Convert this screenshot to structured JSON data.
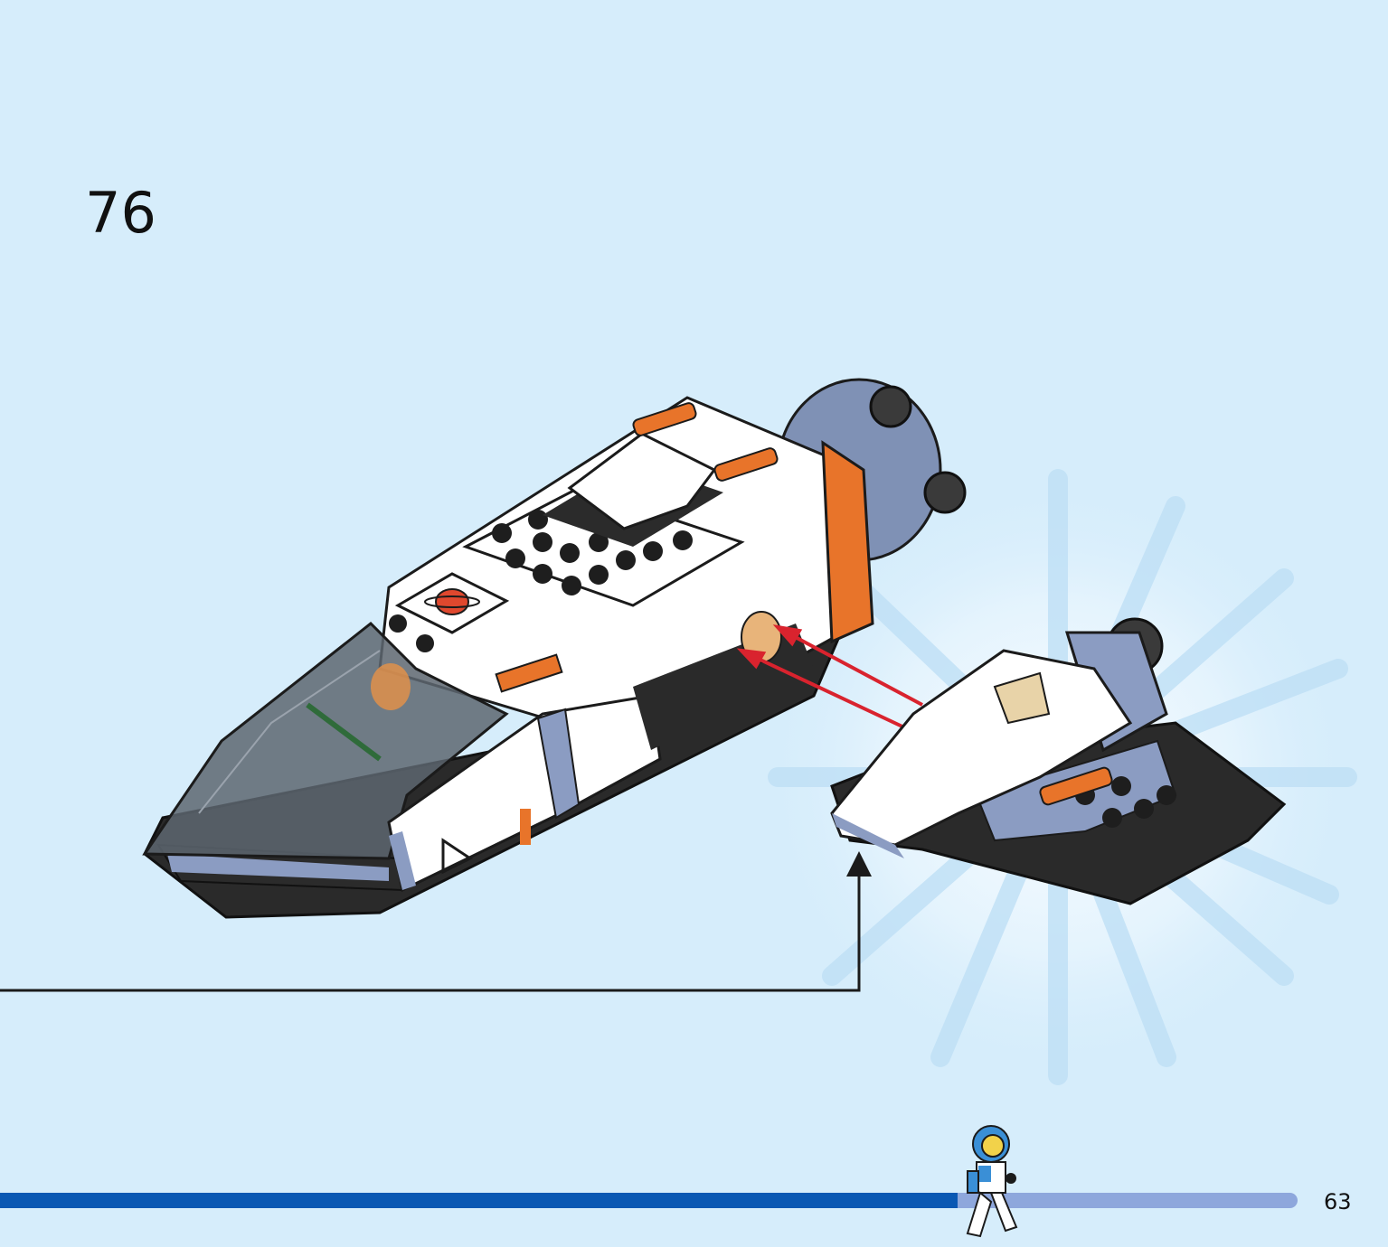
{
  "step": {
    "number": "76"
  },
  "page": {
    "number": "63"
  },
  "progress": {
    "fraction": 0.738
  },
  "colors": {
    "background": "#d6edfb",
    "progress_fill": "#0a58b3",
    "progress_track": "#8ea7dc",
    "accent_orange": "#e8742a",
    "arrow_red": "#d9232e"
  },
  "icons": {
    "runner": "astronaut-minifigure-icon",
    "callout_arrow": "arrow-up-icon"
  }
}
